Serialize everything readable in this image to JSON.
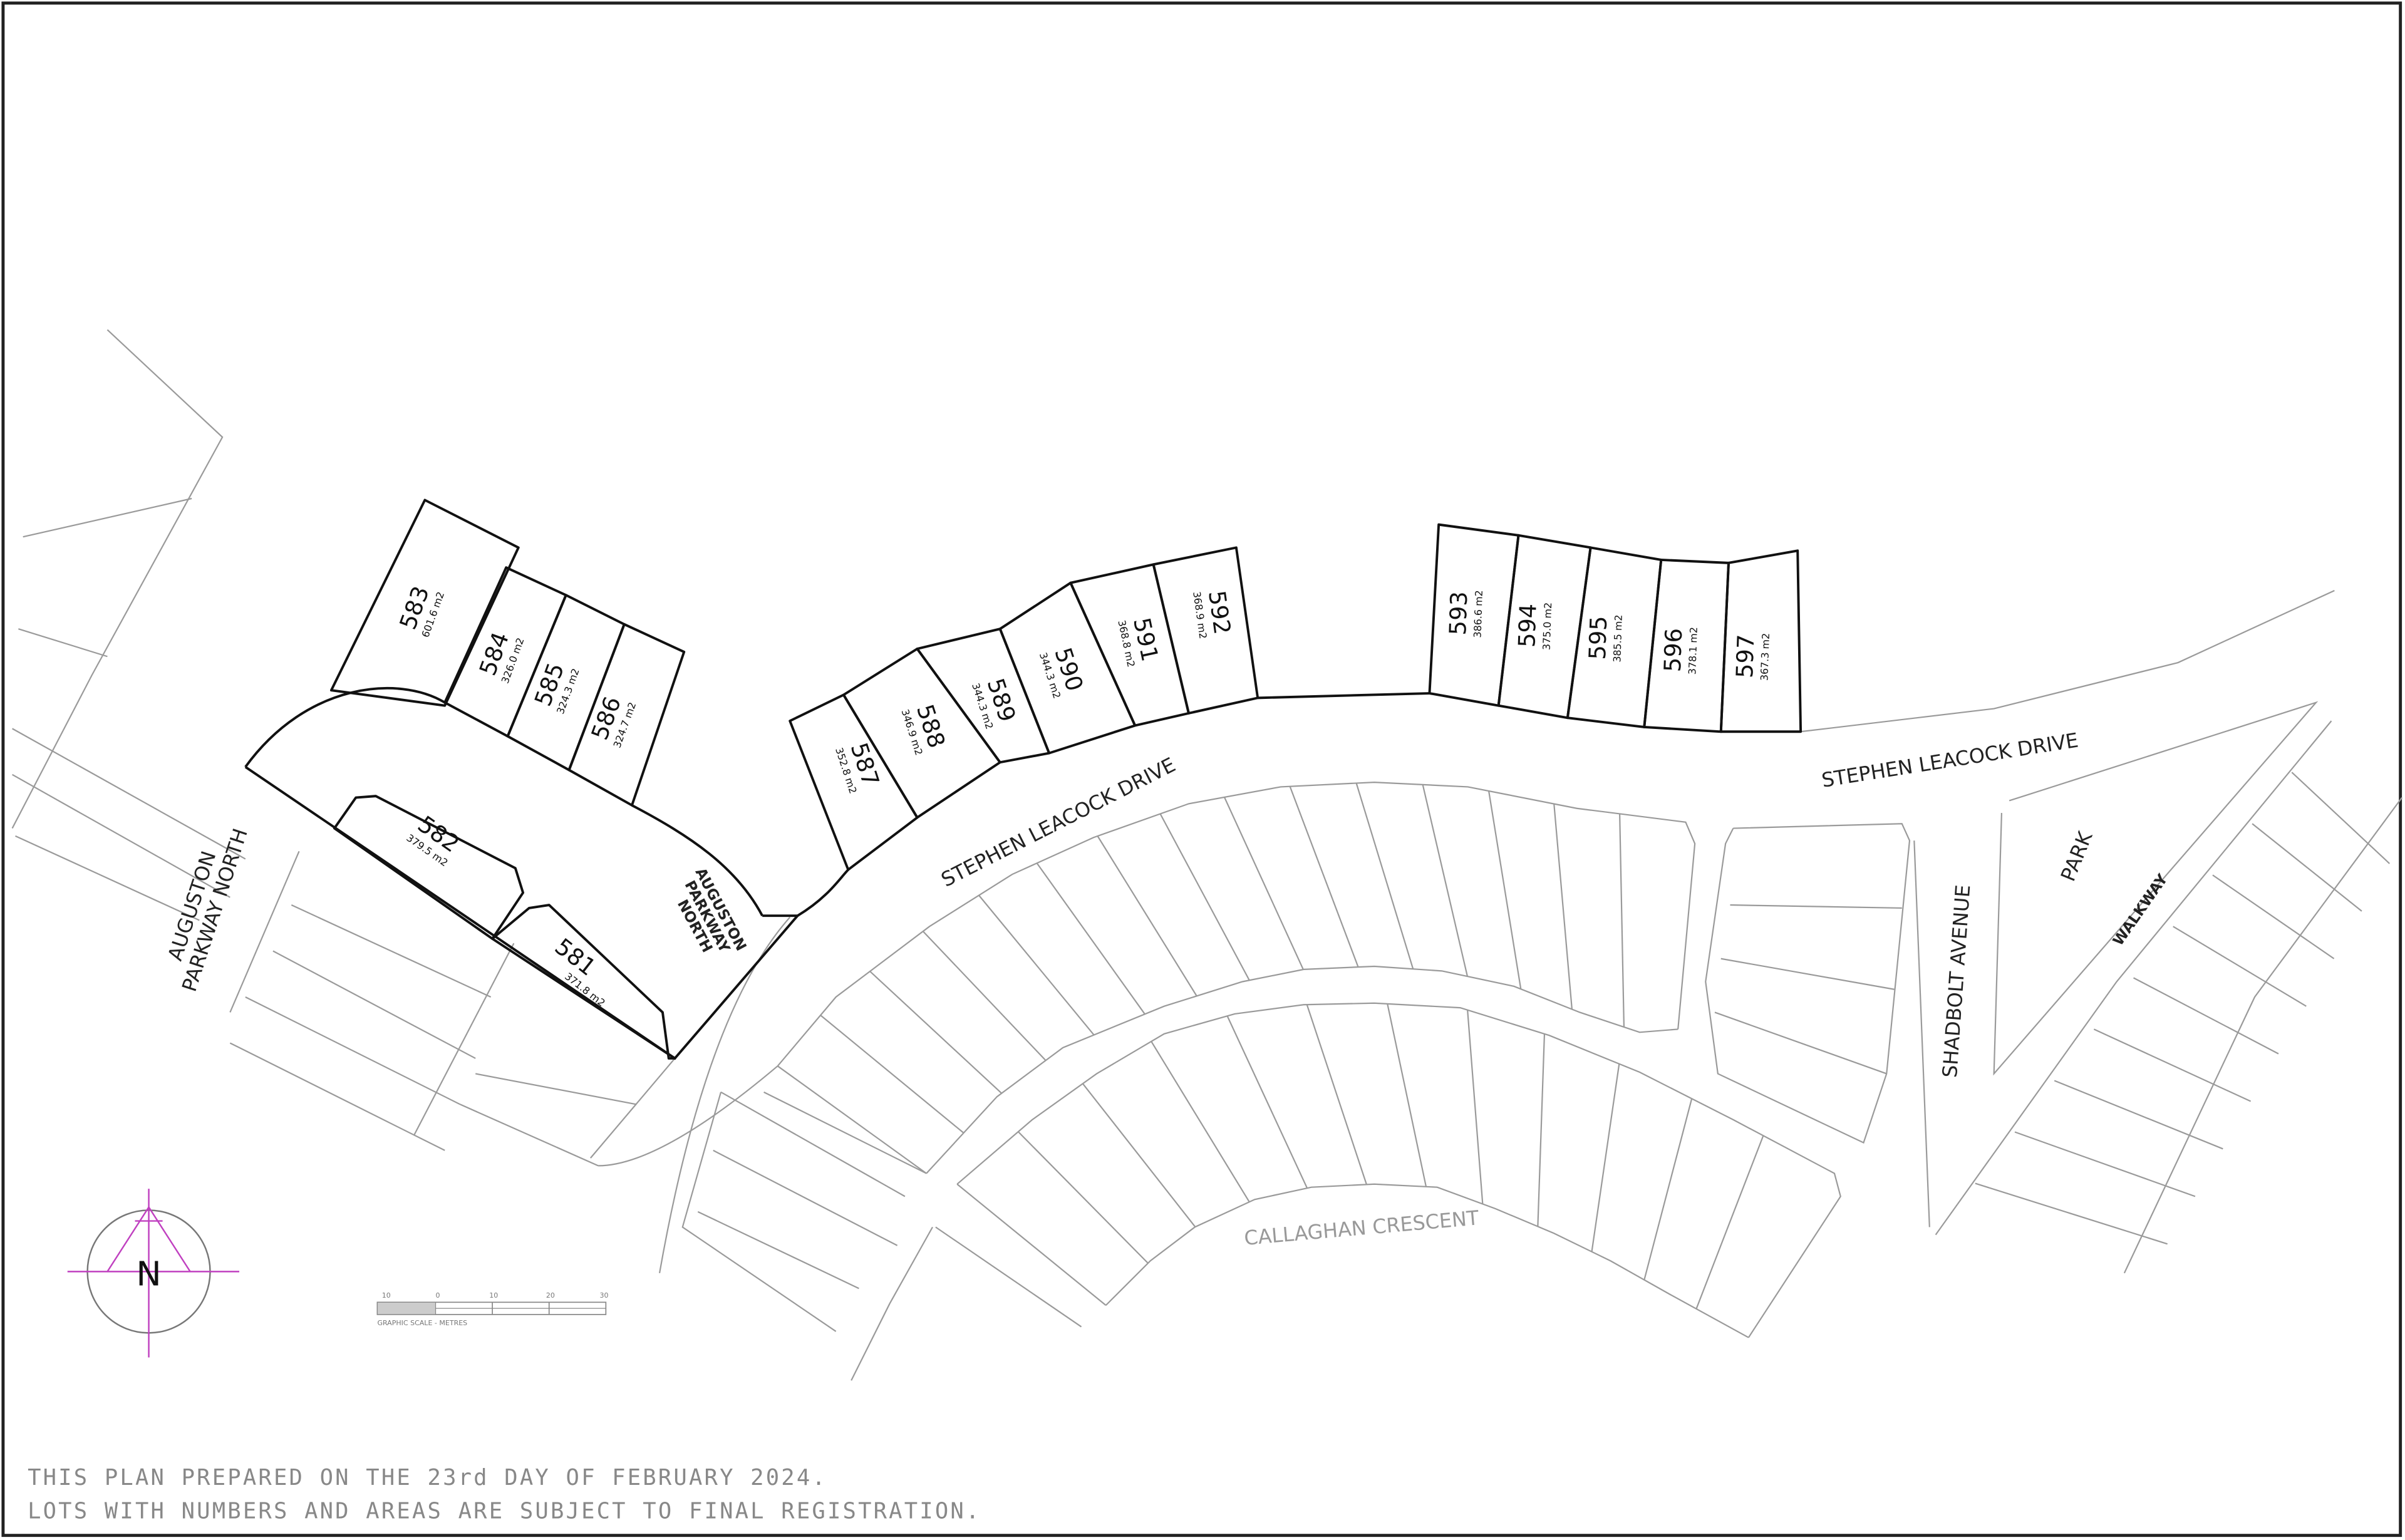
{
  "lots": [
    {
      "number": "581",
      "area": "371.8 m2"
    },
    {
      "number": "582",
      "area": "379.5 m2"
    },
    {
      "number": "583",
      "area": "601.6 m2"
    },
    {
      "number": "584",
      "area": "326.0 m2"
    },
    {
      "number": "585",
      "area": "324.3 m2"
    },
    {
      "number": "586",
      "area": "324.7 m2"
    },
    {
      "number": "587",
      "area": "352.8 m2"
    },
    {
      "number": "588",
      "area": "346.9 m2"
    },
    {
      "number": "589",
      "area": "344.3 m2"
    },
    {
      "number": "590",
      "area": "344.3 m2"
    },
    {
      "number": "591",
      "area": "368.8 m2"
    },
    {
      "number": "592",
      "area": "368.9 m2"
    },
    {
      "number": "593",
      "area": "386.6 m2"
    },
    {
      "number": "594",
      "area": "375.0 m2"
    },
    {
      "number": "595",
      "area": "385.5 m2"
    },
    {
      "number": "596",
      "area": "378.1 m2"
    },
    {
      "number": "597",
      "area": "367.3 m2"
    }
  ],
  "streets": {
    "auguston_west": [
      "AUGUSTON",
      "PARKWAY NORTH"
    ],
    "auguston_east": [
      "AUGUSTON",
      "PARKWAY",
      "NORTH"
    ],
    "stephen_leacock_west": "STEPHEN LEACOCK DRIVE",
    "stephen_leacock_east": "STEPHEN LEACOCK DRIVE",
    "shadbolt": "SHADBOLT AVENUE",
    "park": "PARK",
    "walkway": "WALKWAY",
    "callaghan": "CALLAGHAN CRESCENT"
  },
  "compass": {
    "north_label": "N",
    "color": "#c040c0"
  },
  "scale_bar": {
    "ticks": [
      "10",
      "0",
      "10",
      "20",
      "30"
    ],
    "caption": "GRAPHIC SCALE - METRES"
  },
  "footer": {
    "line1": "THIS PLAN PREPARED ON THE 23rd DAY OF FEBRUARY 2024.",
    "line2": "LOTS WITH NUMBERS AND AREAS ARE SUBJECT TO FINAL REGISTRATION."
  }
}
